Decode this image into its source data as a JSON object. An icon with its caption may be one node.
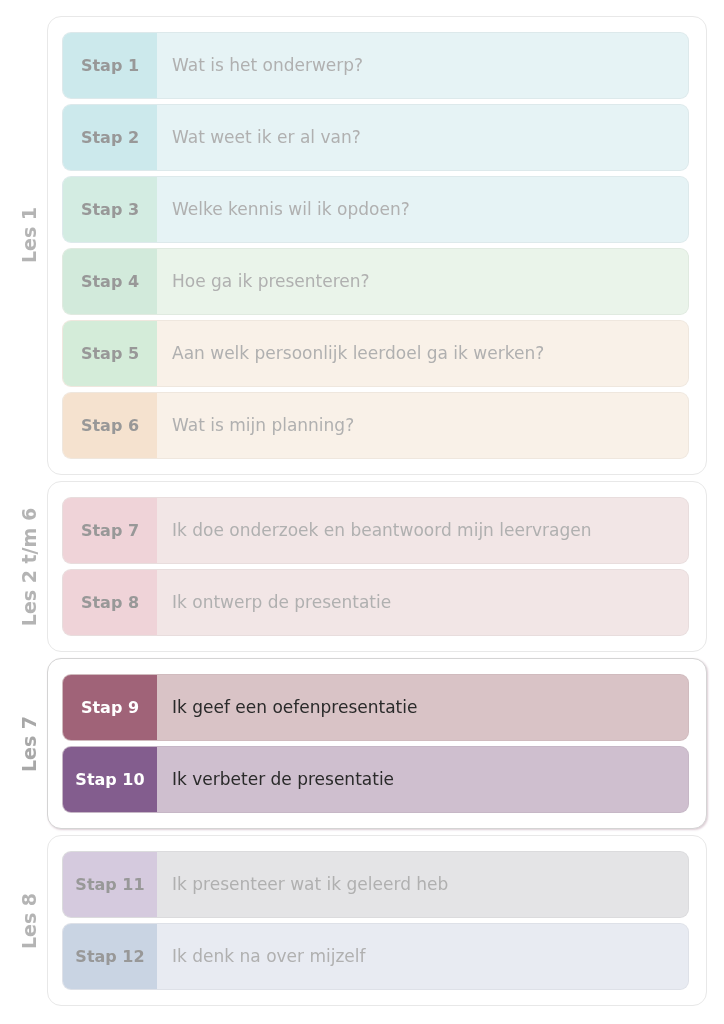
{
  "diagram": {
    "nodes": [
      {
        "text": [
          "Les 1"
        ]
      },
      {
        "text": [
          "Stap 1",
          "Wat is het onderwerp?"
        ],
        "in": 0
      },
      {
        "text": [
          "Stap 2",
          "Wat weet ik er al van?"
        ],
        "in": 0
      },
      {
        "text": [
          "Stap 3",
          "Welke kennis wil ik opdoen?"
        ],
        "in": 0
      },
      {
        "text": [
          "Stap 4",
          "Hoe ga ik presenteren?"
        ],
        "in": 0
      },
      {
        "text": [
          "Stap 5",
          "Aan welk persoonlijk leerdoel ga ik werken?"
        ],
        "in": 0
      },
      {
        "text": [
          "Stap 6",
          "Wat is mijn planning?"
        ],
        "in": 0
      },
      {
        "text": [
          "Les 2 t/m 6"
        ]
      },
      {
        "text": [
          "Stap 7",
          "Ik doe onderzoek en beantwoord mijn leervragen"
        ],
        "in": 7
      },
      {
        "text": [
          "Stap 8",
          "Ik ontwerp de presentatie"
        ],
        "in": 7
      },
      {
        "text": [
          "Les 7"
        ]
      },
      {
        "text": [
          "Stap 9",
          "Ik geef een oefenpresentatie"
        ],
        "in": 10
      },
      {
        "text": [
          "Stap 10",
          "Ik verbeter de presentatie"
        ],
        "in": 10
      },
      {
        "text": [
          "Les 8"
        ]
      },
      {
        "text": [
          "Stap 11",
          "Ik presenteer wat ik geleerd heb"
        ],
        "in": 13
      },
      {
        "text": [
          "Stap 12",
          "Ik denk na over mijzelf"
        ],
        "in": 13
      }
    ]
  }
}
